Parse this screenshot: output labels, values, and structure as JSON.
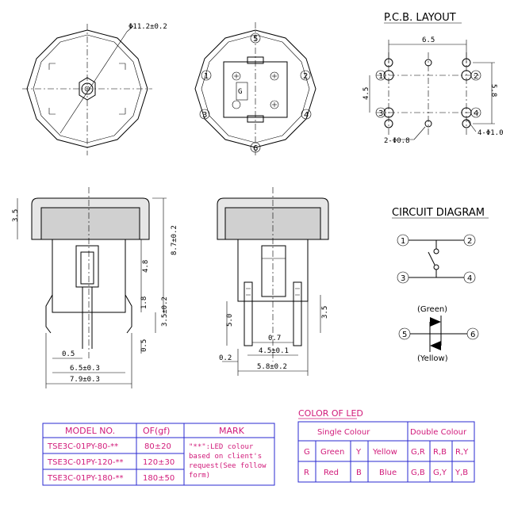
{
  "top_view": {
    "diameter_label": "Φ11.2±0.2"
  },
  "pin_view": {
    "pins": [
      "1",
      "2",
      "3",
      "4",
      "5",
      "6"
    ]
  },
  "pcb_layout": {
    "title": "P.C.B. LAYOUT",
    "width_label": "6.5",
    "height_left_label": "4.5",
    "height_right_label": "5.8",
    "small_hole_label": "2-Φ0.8",
    "big_hole_label": "4-Φ1.0",
    "pins": [
      "1",
      "2",
      "3",
      "4"
    ]
  },
  "side_view": {
    "cap_height": "3.5",
    "total_height": "8.7±0.2",
    "body_height": "4.8",
    "lead_a": "1.8",
    "lead_b": "3.5±0.2",
    "lead_c": "0.5",
    "pin_width": "0.5",
    "span_inner": "6.5±0.3",
    "span_outer": "7.9±0.3"
  },
  "front_view": {
    "lead_height": "5.0",
    "right_height": "3.5",
    "d1": "0.7",
    "d2": "4.5±0.1",
    "d3": "0.2",
    "d4": "5.8±0.2"
  },
  "circuit": {
    "title": "CIRCUIT DIAGRAM",
    "pins": [
      "1",
      "2",
      "3",
      "4",
      "5",
      "6"
    ],
    "green_label": "(Green)",
    "yellow_label": "(Yellow)"
  },
  "model_table": {
    "headers": [
      "MODEL NO.",
      "OF(gf)",
      "MARK"
    ],
    "rows": [
      {
        "model": "TSE3C-01PY-80-**",
        "force": "80±20"
      },
      {
        "model": "TSE3C-01PY-120-**",
        "force": "120±30"
      },
      {
        "model": "TSE3C-01PY-180-**",
        "force": "180±50"
      }
    ],
    "mark_note": [
      "\"**\":LED colour",
      "based on client's",
      "request(See follow",
      "form)"
    ]
  },
  "led_table": {
    "title": "COLOR OF LED",
    "single_header": "Single Colour",
    "double_header": "Double Colour",
    "rows": [
      [
        "G",
        "Green",
        "Y",
        "Yellow",
        "G,R",
        "R,B",
        "R,Y"
      ],
      [
        "R",
        "Red",
        "B",
        "Blue",
        "G,B",
        "G,Y",
        "Y,B"
      ]
    ]
  }
}
